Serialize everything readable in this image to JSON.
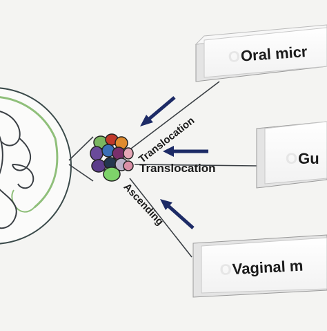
{
  "colors": {
    "background": "#f4f4f2",
    "arrow": "#1d2b66",
    "uterus_line": "#3a4a4a",
    "placenta_green": "#8fbf7a"
  },
  "paths": [
    {
      "label": "Translocation",
      "source": {
        "prefix": "O",
        "text": "Oral micr"
      }
    },
    {
      "label": "Translocation",
      "source": {
        "prefix": "O",
        "text": "Gu"
      }
    },
    {
      "label": "Ascending",
      "source": {
        "prefix": "O",
        "text": "Vaginal m"
      }
    }
  ],
  "icons": [
    "fetus-in-uterus",
    "microbe-cluster",
    "arrow-left"
  ]
}
